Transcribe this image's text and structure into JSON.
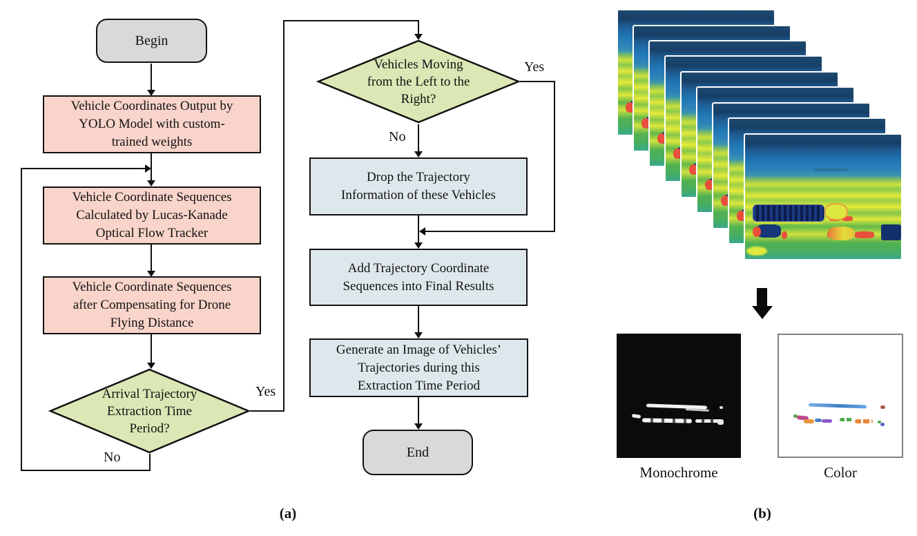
{
  "figure": {
    "captions": {
      "a": "(a)",
      "b": "(b)"
    }
  },
  "flowchart": {
    "nodes": {
      "begin": {
        "label": "Begin"
      },
      "yolo": {
        "label": "Vehicle Coordinates Output by\nYOLO Model with custom-\ntrained weights"
      },
      "lucas": {
        "label": "Vehicle Coordinate Sequences\nCalculated by Lucas-Kanade\nOptical Flow Tracker"
      },
      "compensate": {
        "label": "Vehicle Coordinate Sequences\nafter Compensating for Drone\nFlying Distance"
      },
      "arrival": {
        "label": "Arrival Trajectory\nExtraction Time\nPeriod?"
      },
      "moving": {
        "label": "Vehicles Moving\nfrom the Left to the\nRight?"
      },
      "drop": {
        "label": "Drop the Trajectory\nInformation of these Vehicles"
      },
      "add": {
        "label": "Add Trajectory Coordinate\nSequences into Final Results"
      },
      "generate": {
        "label": "Generate an Image of Vehicles’\nTrajectories during this\nExtraction Time Period"
      },
      "end": {
        "label": "End"
      }
    },
    "edge_labels": {
      "arrival_yes": "Yes",
      "arrival_no": "No",
      "moving_yes": "Yes",
      "moving_no": "No"
    },
    "colors": {
      "process_pink": "#f9d4ca",
      "decision_green": "#dbe7b5",
      "terminator_gray": "#d9d9d9",
      "result_blue": "#dee8ec",
      "line_black": "#111111"
    }
  },
  "panel_b": {
    "frame_count": 9,
    "labels": {
      "monochrome": "Monochrome",
      "color": "Color"
    }
  }
}
